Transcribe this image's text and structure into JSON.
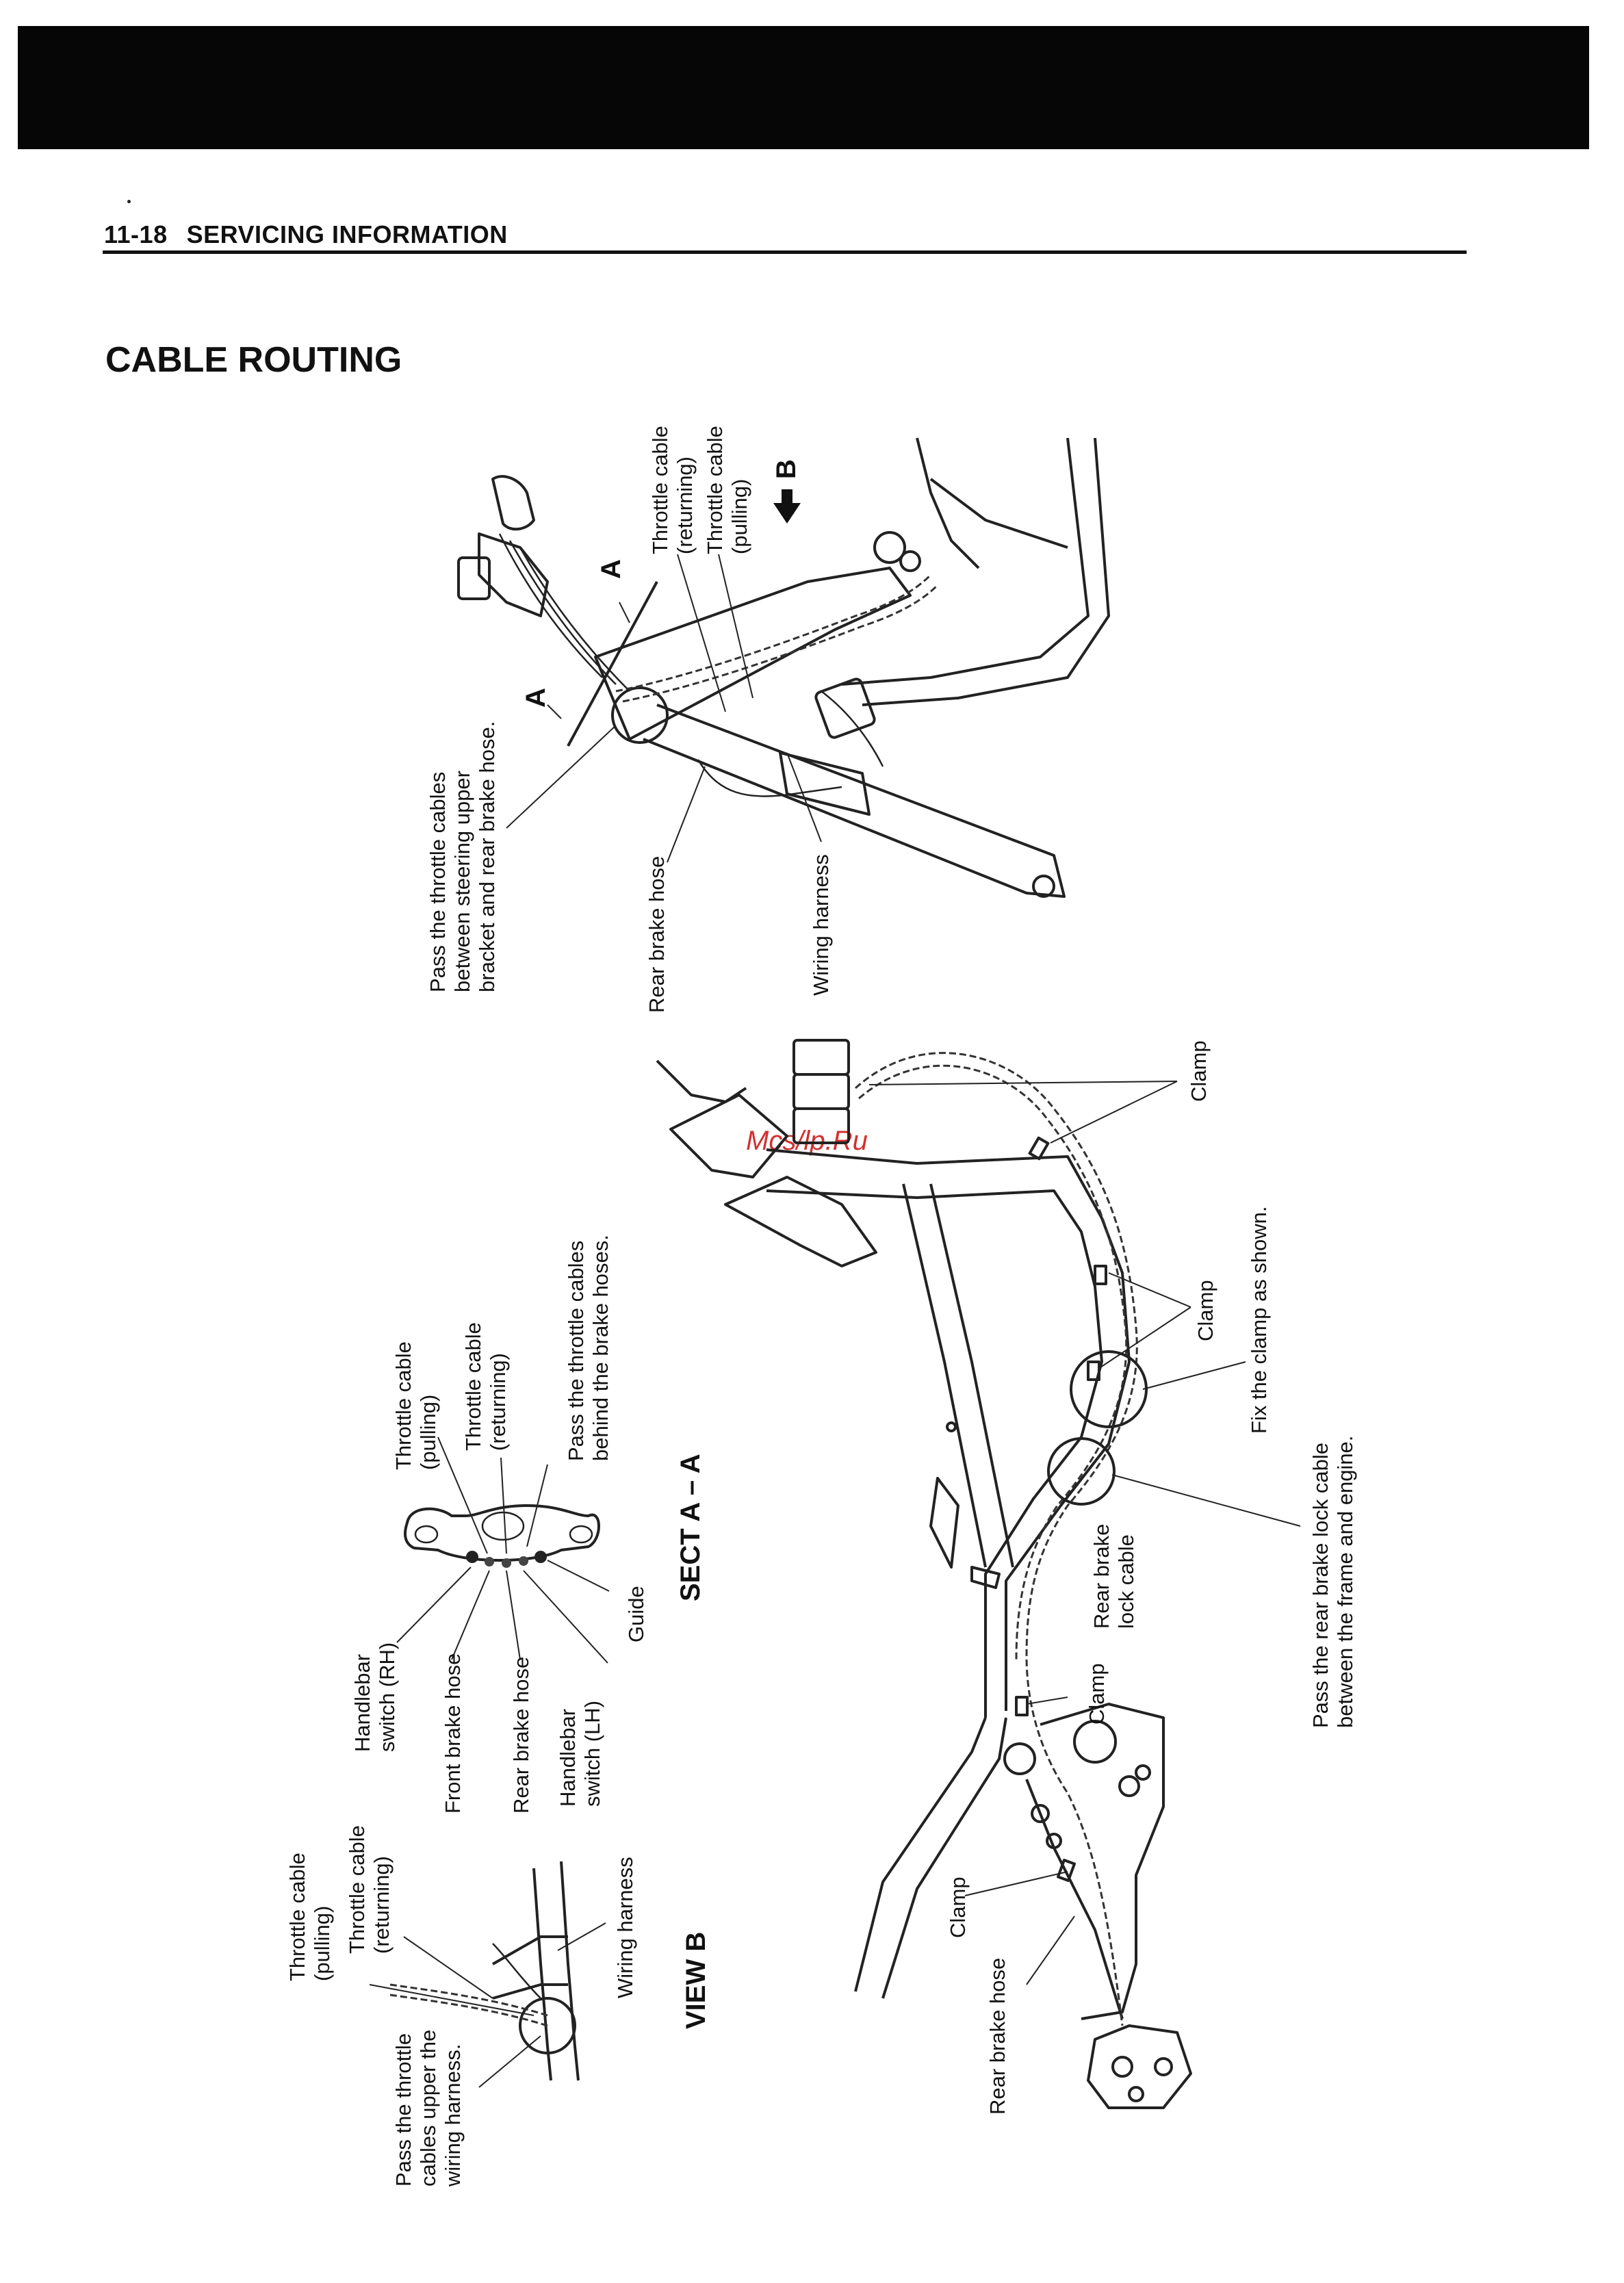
{
  "header": {
    "page_number": "11-18",
    "section": "SERVICING INFORMATION"
  },
  "title": "CABLE ROUTING",
  "watermark": "Mcs/lp.Ru",
  "diagram_top": {
    "section_marker": "A",
    "view_marker": "B",
    "labels": [
      "Throttle cable",
      "(returning)",
      "Throttle cable",
      "(pulling)",
      "Pass the throttle cables",
      "between steering upper",
      "bracket and rear brake hose.",
      "Rear brake hose",
      "Wiring harness"
    ]
  },
  "diagram_frame": {
    "labels": [
      "Clamp",
      "Clamp",
      "Fix the clamp as shown.",
      "Pass the rear brake lock cable",
      "between the frame and engine.",
      "Rear brake",
      "lock cable",
      "Clamp",
      "Clamp",
      "Rear brake hose"
    ]
  },
  "sect_aa": {
    "title": "SECT A – A",
    "labels": [
      "Throttle cable",
      "(pulling)",
      "Throttle cable",
      "(returning)",
      "Pass the throttle cables",
      "behind the brake hoses.",
      "Guide",
      "Handlebar",
      "switch (RH)",
      "Front brake hose",
      "Rear brake hose",
      "Handlebar",
      "switch (LH)"
    ]
  },
  "view_b": {
    "title": "VIEW B",
    "labels": [
      "Throttle cable",
      "(pulling)",
      "Throttle cable",
      "(returning)",
      "Wiring harness",
      "Pass the throttle",
      "cables upper the",
      "wiring harness."
    ]
  }
}
